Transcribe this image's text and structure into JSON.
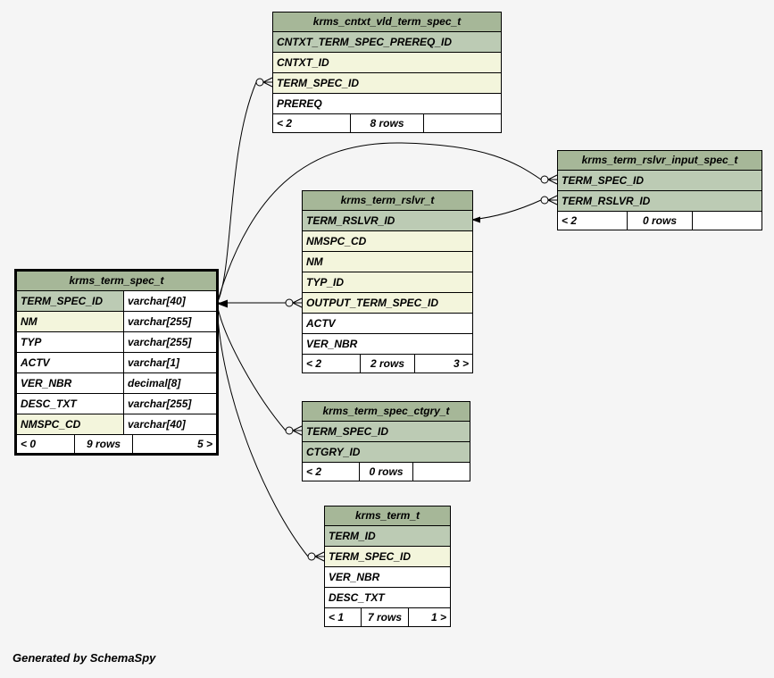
{
  "page": {
    "background": "#f5f5f5",
    "credit": "Generated by SchemaSpy"
  },
  "colors": {
    "table_header": "#a6b798",
    "primary_key_row": "#bccbb4",
    "indexed_fk_row": "#f3f5dc",
    "plain_row": "#ffffff",
    "border": "#000000",
    "connector": "#000000"
  },
  "tables": [
    {
      "name": "krms_cntxt_vld_term_spec_t",
      "columns": [
        {
          "name": "CNTXT_TERM_SPEC_PREREQ_ID",
          "kind": "pk"
        },
        {
          "name": "CNTXT_ID",
          "kind": "indexed"
        },
        {
          "name": "TERM_SPEC_ID",
          "kind": "indexed"
        },
        {
          "name": "PREREQ",
          "kind": "plain"
        }
      ],
      "stats": {
        "in": "< 2",
        "rows": "8 rows",
        "out": ""
      }
    },
    {
      "name": "krms_term_rslvr_input_spec_t",
      "columns": [
        {
          "name": "TERM_SPEC_ID",
          "kind": "pk"
        },
        {
          "name": "TERM_RSLVR_ID",
          "kind": "pk"
        }
      ],
      "stats": {
        "in": "< 2",
        "rows": "0 rows",
        "out": ""
      }
    },
    {
      "name": "krms_term_rslvr_t",
      "columns": [
        {
          "name": "TERM_RSLVR_ID",
          "kind": "pk"
        },
        {
          "name": "NMSPC_CD",
          "kind": "indexed"
        },
        {
          "name": "NM",
          "kind": "indexed"
        },
        {
          "name": "TYP_ID",
          "kind": "indexed"
        },
        {
          "name": "OUTPUT_TERM_SPEC_ID",
          "kind": "indexed"
        },
        {
          "name": "ACTV",
          "kind": "plain"
        },
        {
          "name": "VER_NBR",
          "kind": "plain"
        }
      ],
      "stats": {
        "in": "< 2",
        "rows": "2 rows",
        "out": "3 >"
      }
    },
    {
      "name": "krms_term_spec_t",
      "columns": [
        {
          "name": "TERM_SPEC_ID",
          "type": "varchar[40]",
          "kind": "pk"
        },
        {
          "name": "NM",
          "type": "varchar[255]",
          "kind": "indexed"
        },
        {
          "name": "TYP",
          "type": "varchar[255]",
          "kind": "plain"
        },
        {
          "name": "ACTV",
          "type": "varchar[1]",
          "kind": "plain"
        },
        {
          "name": "VER_NBR",
          "type": "decimal[8]",
          "kind": "plain"
        },
        {
          "name": "DESC_TXT",
          "type": "varchar[255]",
          "kind": "plain"
        },
        {
          "name": "NMSPC_CD",
          "type": "varchar[40]",
          "kind": "indexed"
        }
      ],
      "stats": {
        "in": "< 0",
        "rows": "9 rows",
        "out": "5 >"
      }
    },
    {
      "name": "krms_term_spec_ctgry_t",
      "columns": [
        {
          "name": "TERM_SPEC_ID",
          "kind": "pk"
        },
        {
          "name": "CTGRY_ID",
          "kind": "pk"
        }
      ],
      "stats": {
        "in": "< 2",
        "rows": "0 rows",
        "out": ""
      }
    },
    {
      "name": "krms_term_t",
      "columns": [
        {
          "name": "TERM_ID",
          "kind": "pk"
        },
        {
          "name": "TERM_SPEC_ID",
          "kind": "indexed"
        },
        {
          "name": "VER_NBR",
          "kind": "plain"
        },
        {
          "name": "DESC_TXT",
          "kind": "plain"
        }
      ],
      "stats": {
        "in": "< 1",
        "rows": "7 rows",
        "out": "1 >"
      }
    }
  ],
  "relationships": [
    {
      "from_table": "krms_cntxt_vld_term_spec_t",
      "from_column": "TERM_SPEC_ID",
      "to_table": "krms_term_spec_t",
      "to_column": "TERM_SPEC_ID"
    },
    {
      "from_table": "krms_term_rslvr_input_spec_t",
      "from_column": "TERM_SPEC_ID",
      "to_table": "krms_term_spec_t",
      "to_column": "TERM_SPEC_ID"
    },
    {
      "from_table": "krms_term_rslvr_t",
      "from_column": "OUTPUT_TERM_SPEC_ID",
      "to_table": "krms_term_spec_t",
      "to_column": "TERM_SPEC_ID"
    },
    {
      "from_table": "krms_term_spec_ctgry_t",
      "from_column": "TERM_SPEC_ID",
      "to_table": "krms_term_spec_t",
      "to_column": "TERM_SPEC_ID"
    },
    {
      "from_table": "krms_term_t",
      "from_column": "TERM_SPEC_ID",
      "to_table": "krms_term_spec_t",
      "to_column": "TERM_SPEC_ID"
    },
    {
      "from_table": "krms_term_rslvr_input_spec_t",
      "from_column": "TERM_RSLVR_ID",
      "to_table": "krms_term_rslvr_t",
      "to_column": "TERM_RSLVR_ID"
    }
  ]
}
